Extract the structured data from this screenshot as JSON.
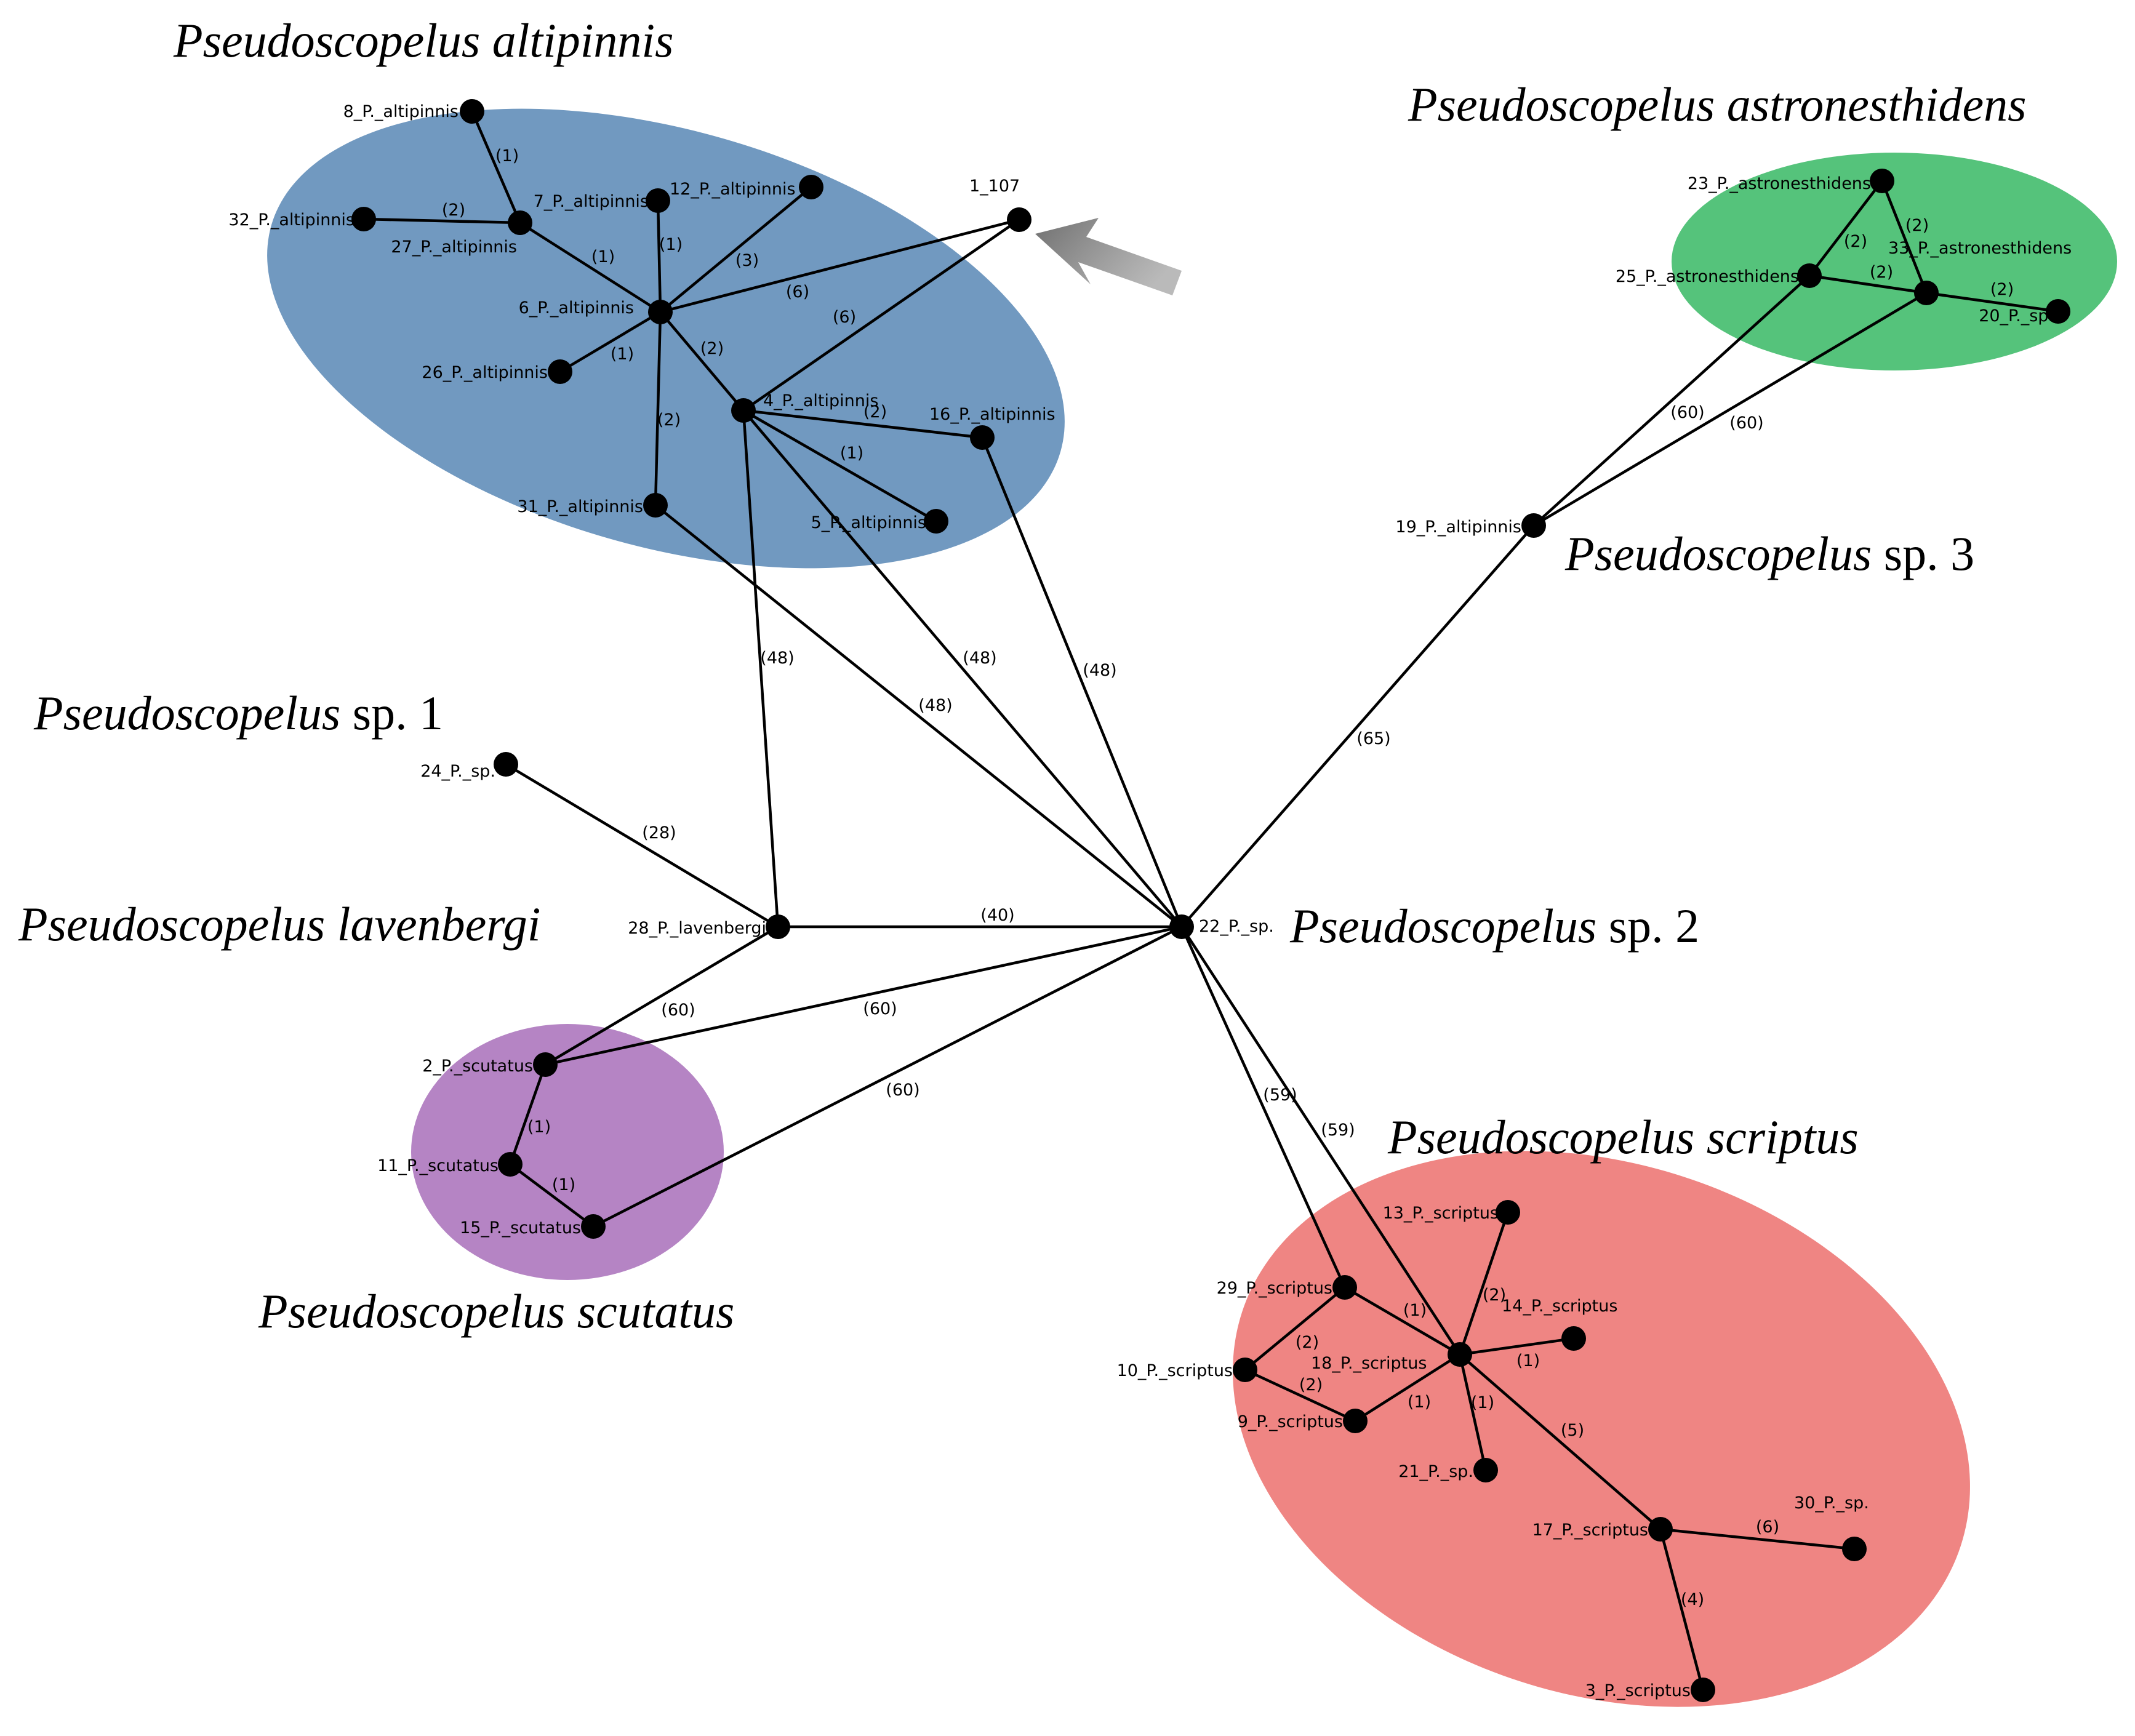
{
  "colors": {
    "altipinnis": "#7199c0",
    "astronesthidens": "#55c37b",
    "scutatus": "#b584c4",
    "scriptus": "#ef8583",
    "arrow": "#8c8c8c"
  },
  "group_titles": [
    {
      "id": "altipinnis",
      "italic": "Pseudoscopelus altipinnis",
      "plain": ""
    },
    {
      "id": "astronesthidens",
      "italic": "Pseudoscopelus astronesthidens",
      "plain": ""
    },
    {
      "id": "sp3",
      "italic": "Pseudoscopelus",
      "plain": " sp. 3"
    },
    {
      "id": "sp1",
      "italic": "Pseudoscopelus",
      "plain": " sp. 1"
    },
    {
      "id": "lavenbergi",
      "italic": "Pseudoscopelus lavenbergi",
      "plain": ""
    },
    {
      "id": "sp2",
      "italic": "Pseudoscopelus",
      "plain": " sp. 2"
    },
    {
      "id": "scriptus",
      "italic": "Pseudoscopelus scriptus",
      "plain": ""
    },
    {
      "id": "scutatus",
      "italic": "Pseudoscopelus scutatus",
      "plain": ""
    }
  ],
  "nodes": [
    {
      "id": "n8",
      "label": "8_P._altipinnis"
    },
    {
      "id": "n7",
      "label": "7_P._altipinnis"
    },
    {
      "id": "n12",
      "label": "12_P._altipinnis"
    },
    {
      "id": "n1",
      "label": "1_107"
    },
    {
      "id": "n32",
      "label": "32_P._altipinnis"
    },
    {
      "id": "n27",
      "label": "27_P._altipinnis"
    },
    {
      "id": "n6",
      "label": "6_P._altipinnis"
    },
    {
      "id": "n26",
      "label": "26_P._altipinnis"
    },
    {
      "id": "n4",
      "label": "4_P._altipinnis"
    },
    {
      "id": "n16",
      "label": "16_P._altipinnis"
    },
    {
      "id": "n31",
      "label": "31_P._altipinnis"
    },
    {
      "id": "n5",
      "label": "5_P._altipinnis"
    },
    {
      "id": "n23",
      "label": "23_P._astronesthidens"
    },
    {
      "id": "n25",
      "label": "25_P._astronesthidens"
    },
    {
      "id": "n33",
      "label": "33_P._astronesthidens"
    },
    {
      "id": "n20",
      "label": "20_P._sp."
    },
    {
      "id": "n19",
      "label": "19_P._altipinnis"
    },
    {
      "id": "n24",
      "label": "24_P._sp."
    },
    {
      "id": "n28",
      "label": "28_P._lavenbergi"
    },
    {
      "id": "n22",
      "label": "22_P._sp."
    },
    {
      "id": "n2",
      "label": "2_P._scutatus"
    },
    {
      "id": "n11",
      "label": "11_P._scutatus"
    },
    {
      "id": "n15",
      "label": "15_P._scutatus"
    },
    {
      "id": "n13",
      "label": "13_P._scriptus"
    },
    {
      "id": "n29",
      "label": "29_P._scriptus"
    },
    {
      "id": "n14",
      "label": "14_P._scriptus"
    },
    {
      "id": "n18",
      "label": "18_P._scriptus"
    },
    {
      "id": "n10",
      "label": "10_P._scriptus"
    },
    {
      "id": "n9",
      "label": "9_P._scriptus"
    },
    {
      "id": "n21",
      "label": "21_P._sp."
    },
    {
      "id": "n17",
      "label": "17_P._scriptus"
    },
    {
      "id": "n30",
      "label": "30_P._sp."
    },
    {
      "id": "n3",
      "label": "3_P._scriptus"
    }
  ],
  "edges": [
    {
      "from": "n8",
      "to": "n27",
      "label": "(1)"
    },
    {
      "from": "n32",
      "to": "n27",
      "label": "(2)"
    },
    {
      "from": "n27",
      "to": "n6",
      "label": "(1)"
    },
    {
      "from": "n7",
      "to": "n6",
      "label": "(1)"
    },
    {
      "from": "n12",
      "to": "n6",
      "label": "(3)"
    },
    {
      "from": "n1",
      "to": "n6",
      "label": "(6)"
    },
    {
      "from": "n1",
      "to": "n4",
      "label": "(6)"
    },
    {
      "from": "n26",
      "to": "n6",
      "label": "(1)"
    },
    {
      "from": "n6",
      "to": "n4",
      "label": "(2)"
    },
    {
      "from": "n6",
      "to": "n31",
      "label": "(2)"
    },
    {
      "from": "n4",
      "to": "n16",
      "label": "(2)"
    },
    {
      "from": "n4",
      "to": "n5",
      "label": "(1)"
    },
    {
      "from": "n4",
      "to": "n28",
      "label": "(48)"
    },
    {
      "from": "n4",
      "to": "n22",
      "label": "(48)"
    },
    {
      "from": "n31",
      "to": "n22",
      "label": "(48)"
    },
    {
      "from": "n16",
      "to": "n22",
      "label": "(48)"
    },
    {
      "from": "n23",
      "to": "n25",
      "label": "(2)"
    },
    {
      "from": "n23",
      "to": "n33",
      "label": "(2)"
    },
    {
      "from": "n25",
      "to": "n33",
      "label": "(2)"
    },
    {
      "from": "n33",
      "to": "n20",
      "label": "(2)"
    },
    {
      "from": "n25",
      "to": "n19",
      "label": "(60)"
    },
    {
      "from": "n33",
      "to": "n19",
      "label": "(60)"
    },
    {
      "from": "n19",
      "to": "n22",
      "label": "(65)"
    },
    {
      "from": "n24",
      "to": "n28",
      "label": "(28)"
    },
    {
      "from": "n28",
      "to": "n22",
      "label": "(40)"
    },
    {
      "from": "n28",
      "to": "n2",
      "label": "(60)"
    },
    {
      "from": "n2",
      "to": "n22",
      "label": "(60)"
    },
    {
      "from": "n15",
      "to": "n22",
      "label": "(60)"
    },
    {
      "from": "n2",
      "to": "n11",
      "label": "(1)"
    },
    {
      "from": "n11",
      "to": "n15",
      "label": "(1)"
    },
    {
      "from": "n22",
      "to": "n29",
      "label": "(59)"
    },
    {
      "from": "n22",
      "to": "n18",
      "label": "(59)"
    },
    {
      "from": "n13",
      "to": "n18",
      "label": "(2)"
    },
    {
      "from": "n29",
      "to": "n18",
      "label": "(1)"
    },
    {
      "from": "n14",
      "to": "n18",
      "label": "(1)"
    },
    {
      "from": "n29",
      "to": "n10",
      "label": "(2)"
    },
    {
      "from": "n10",
      "to": "n9",
      "label": "(2)"
    },
    {
      "from": "n9",
      "to": "n18",
      "label": "(1)"
    },
    {
      "from": "n18",
      "to": "n21",
      "label": "(1)"
    },
    {
      "from": "n18",
      "to": "n17",
      "label": "(5)"
    },
    {
      "from": "n17",
      "to": "n30",
      "label": "(6)"
    },
    {
      "from": "n17",
      "to": "n3",
      "label": "(4)"
    }
  ]
}
